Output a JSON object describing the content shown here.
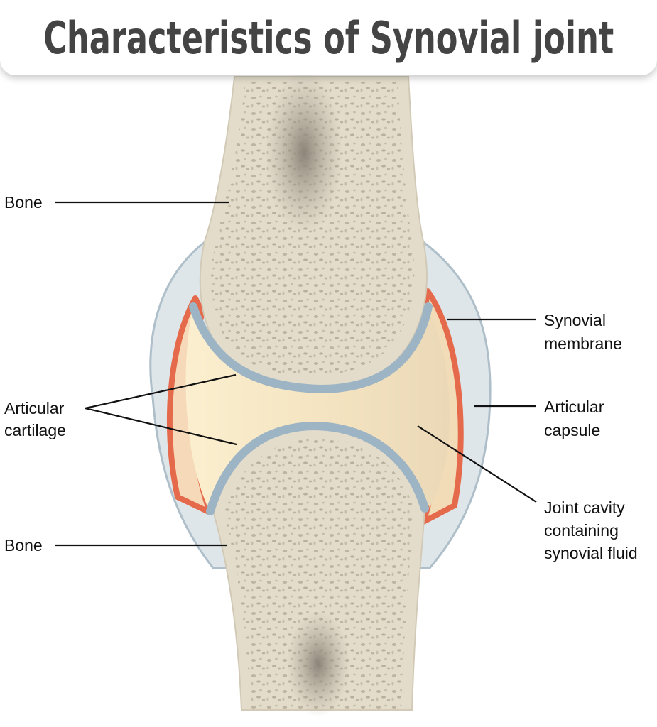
{
  "title": "Characteristics of Synovial joint",
  "labels": {
    "bone_top": "Bone",
    "bone_bottom": "Bone",
    "articular_cartilage": [
      "Articular",
      "cartilage"
    ],
    "synovial_membrane": [
      "Synovial",
      "membrane"
    ],
    "articular_capsule": [
      "Articular",
      "capsule"
    ],
    "joint_cavity": [
      "Joint cavity",
      "containing",
      "synovial fluid"
    ]
  },
  "colors": {
    "bone": "#e2dccb",
    "spongy_bone": "#c7c0ad",
    "marrow": "#9f978a",
    "cartilage": "#9cb4c4",
    "synovial_membrane": "#e56a4b",
    "capsule": "#d6dfe3",
    "synovial_fluid": "#f3e3c3"
  }
}
